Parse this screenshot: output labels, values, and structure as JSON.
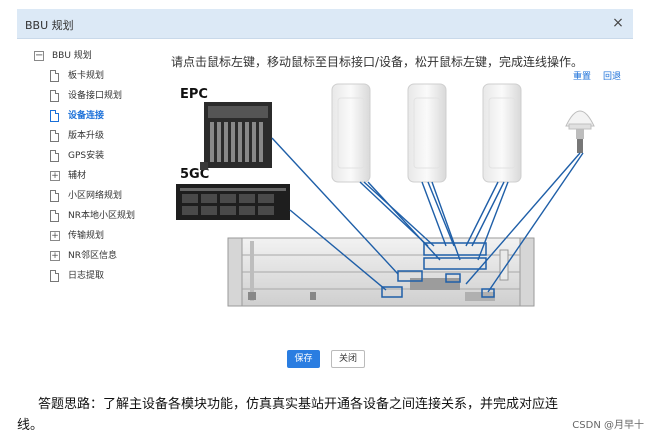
{
  "dialog": {
    "title": "BBU 规划",
    "close_glyph": "×"
  },
  "tree": {
    "root": "BBU 规划",
    "items": [
      {
        "label": "板卡规划",
        "type": "leaf"
      },
      {
        "label": "设备接口规划",
        "type": "leaf"
      },
      {
        "label": "设备连接",
        "type": "leaf",
        "active": true
      },
      {
        "label": "版本升级",
        "type": "leaf"
      },
      {
        "label": "GPS安装",
        "type": "leaf"
      },
      {
        "label": "辅材",
        "type": "expandable"
      },
      {
        "label": "小区网络规划",
        "type": "leaf"
      },
      {
        "label": "NR本地小区规划",
        "type": "leaf"
      },
      {
        "label": "传输规划",
        "type": "expandable"
      },
      {
        "label": "NR邻区信息",
        "type": "expandable"
      },
      {
        "label": "日志提取",
        "type": "leaf"
      }
    ]
  },
  "main": {
    "instruction": "请点击鼠标左键，移动鼠标至目标接口/设备，松开鼠标左键，完成连线操作。",
    "reset_label": "重置",
    "back_label": "回退",
    "epc_label": "EPC",
    "fivegc_label": "5GC"
  },
  "footer": {
    "save_label": "保存",
    "close_label": "关闭"
  },
  "document": {
    "line1": "答题思路：了解主设备各模块功能，仿真真实基站开通各设备之间连接关系，并完成对应连",
    "line2": "线。",
    "watermark": "CSDN @月早十"
  },
  "colors": {
    "titlebar": "#dce9f6",
    "accent": "#2a7de1",
    "cable": "#1f5fa8"
  }
}
